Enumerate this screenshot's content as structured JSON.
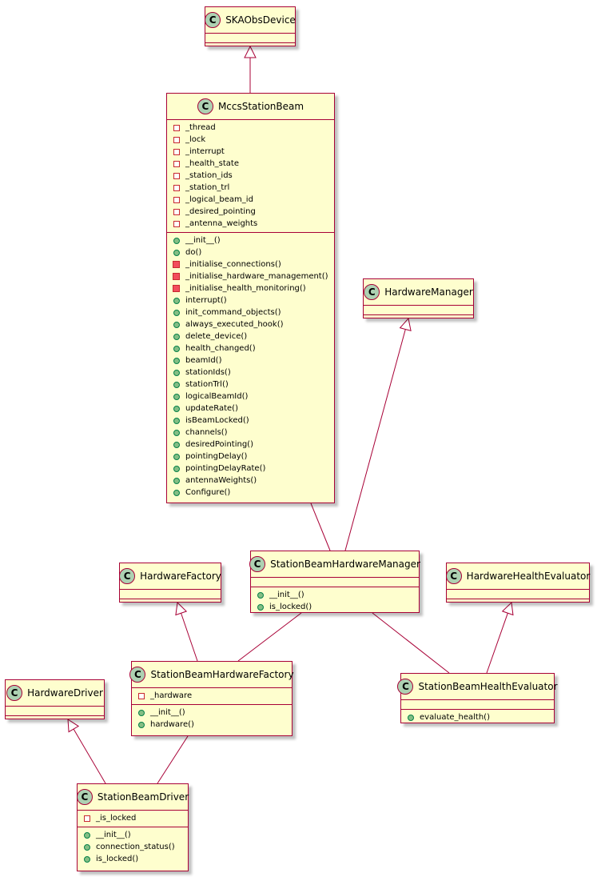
{
  "diagram": {
    "classes": [
      {
        "id": "SKAObsDevice",
        "name": "SKAObsDevice",
        "fields": [],
        "methods": []
      },
      {
        "id": "MccsStationBeam",
        "name": "MccsStationBeam",
        "fields": [
          "_thread",
          "_lock",
          "_interrupt",
          "_health_state",
          "_station_ids",
          "_station_trl",
          "_logical_beam_id",
          "_desired_pointing",
          "_antenna_weights"
        ],
        "methods": [
          {
            "label": "__init__()",
            "vis": "public"
          },
          {
            "label": "do()",
            "vis": "public"
          },
          {
            "label": "_initialise_connections()",
            "vis": "private"
          },
          {
            "label": "_initialise_hardware_management()",
            "vis": "private"
          },
          {
            "label": "_initialise_health_monitoring()",
            "vis": "private"
          },
          {
            "label": "interrupt()",
            "vis": "public"
          },
          {
            "label": "init_command_objects()",
            "vis": "public"
          },
          {
            "label": "always_executed_hook()",
            "vis": "public"
          },
          {
            "label": "delete_device()",
            "vis": "public"
          },
          {
            "label": "health_changed()",
            "vis": "public"
          },
          {
            "label": "beamId()",
            "vis": "public"
          },
          {
            "label": "stationIds()",
            "vis": "public"
          },
          {
            "label": "stationTrl()",
            "vis": "public"
          },
          {
            "label": "logicalBeamId()",
            "vis": "public"
          },
          {
            "label": "updateRate()",
            "vis": "public"
          },
          {
            "label": "isBeamLocked()",
            "vis": "public"
          },
          {
            "label": "channels()",
            "vis": "public"
          },
          {
            "label": "desiredPointing()",
            "vis": "public"
          },
          {
            "label": "pointingDelay()",
            "vis": "public"
          },
          {
            "label": "pointingDelayRate()",
            "vis": "public"
          },
          {
            "label": "antennaWeights()",
            "vis": "public"
          },
          {
            "label": "Configure()",
            "vis": "public"
          }
        ]
      },
      {
        "id": "HardwareManager",
        "name": "HardwareManager",
        "fields": [],
        "methods": []
      },
      {
        "id": "HardwareFactory",
        "name": "HardwareFactory",
        "fields": [],
        "methods": []
      },
      {
        "id": "StationBeamHardwareManager",
        "name": "StationBeamHardwareManager",
        "fields": [],
        "methods": [
          {
            "label": "__init__()",
            "vis": "public"
          },
          {
            "label": "is_locked()",
            "vis": "public"
          }
        ]
      },
      {
        "id": "HardwareHealthEvaluator",
        "name": "HardwareHealthEvaluator",
        "fields": [],
        "methods": []
      },
      {
        "id": "HardwareDriver",
        "name": "HardwareDriver",
        "fields": [],
        "methods": []
      },
      {
        "id": "StationBeamHardwareFactory",
        "name": "StationBeamHardwareFactory",
        "fields": [
          "_hardware"
        ],
        "methods": [
          {
            "label": "__init__()",
            "vis": "public"
          },
          {
            "label": "hardware()",
            "vis": "public"
          }
        ]
      },
      {
        "id": "StationBeamHealthEvaluator",
        "name": "StationBeamHealthEvaluator",
        "fields": [],
        "methods": [
          {
            "label": "evaluate_health()",
            "vis": "public"
          }
        ]
      },
      {
        "id": "StationBeamDriver",
        "name": "StationBeamDriver",
        "fields": [
          "_is_locked"
        ],
        "methods": [
          {
            "label": "__init__()",
            "vis": "public"
          },
          {
            "label": "connection_status()",
            "vis": "public"
          },
          {
            "label": "is_locked()",
            "vis": "public"
          }
        ]
      }
    ],
    "relations": [
      {
        "from": "MccsStationBeam",
        "to": "SKAObsDevice",
        "type": "inheritance"
      },
      {
        "from": "StationBeamHardwareManager",
        "to": "HardwareManager",
        "type": "inheritance"
      },
      {
        "from": "MccsStationBeam",
        "to": "StationBeamHardwareManager",
        "type": "association"
      },
      {
        "from": "StationBeamHardwareFactory",
        "to": "HardwareFactory",
        "type": "inheritance"
      },
      {
        "from": "StationBeamHardwareManager",
        "to": "StationBeamHardwareFactory",
        "type": "association"
      },
      {
        "from": "StationBeamHardwareManager",
        "to": "StationBeamHealthEvaluator",
        "type": "association"
      },
      {
        "from": "StationBeamHealthEvaluator",
        "to": "HardwareHealthEvaluator",
        "type": "inheritance"
      },
      {
        "from": "StationBeamDriver",
        "to": "HardwareDriver",
        "type": "inheritance"
      },
      {
        "from": "StationBeamHardwareFactory",
        "to": "StationBeamDriver",
        "type": "association"
      }
    ],
    "class_icon_letter": "C",
    "colors": {
      "fill": "#fefece",
      "border": "#a80036",
      "icon": "#add1b2",
      "public": "#84be84",
      "private": "#f24d5c",
      "edge": "#a80036"
    }
  }
}
